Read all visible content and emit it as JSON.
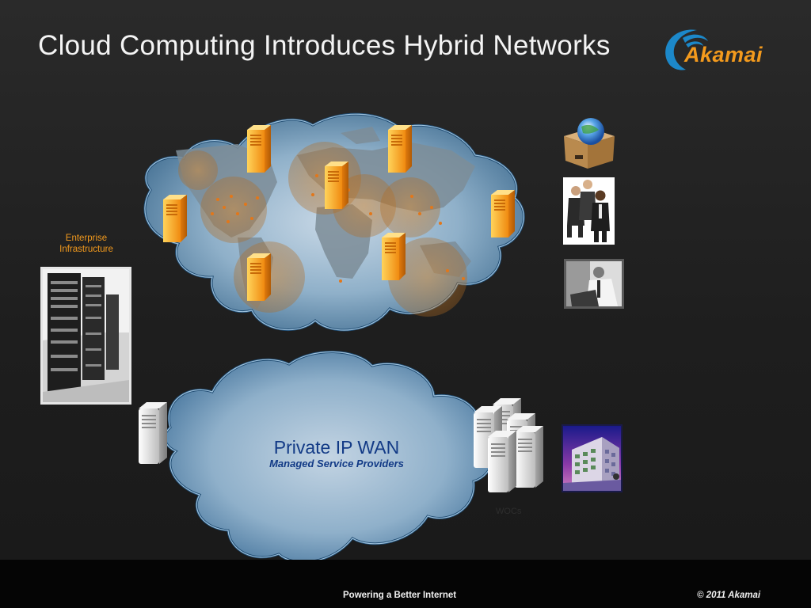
{
  "slide": {
    "title": "Cloud Computing Introduces Hybrid Networks"
  },
  "brand": {
    "logo_text": "Akamai",
    "accent_color": "#f39a1d"
  },
  "diagram": {
    "enterprise_label": "Enterprise Infrastructure",
    "wan_title": "Private IP WAN",
    "wan_subtitle": "Managed Service Providers",
    "wocs_label": "WOCs",
    "icons": {
      "edge_servers": "orange-server-icon",
      "internet_app": "globe-box-icon",
      "business_team": "business-people-icon",
      "laptop_user": "laptop-worker-icon",
      "branch_office": "office-building-icon",
      "datacenter": "datacenter-photo-icon",
      "enterprise_server": "gray-server-icon",
      "woc_servers": "gray-server-cluster-icon"
    }
  },
  "footer": {
    "tagline": "Powering a Better Internet",
    "copyright": "© 2011 Akamai"
  }
}
